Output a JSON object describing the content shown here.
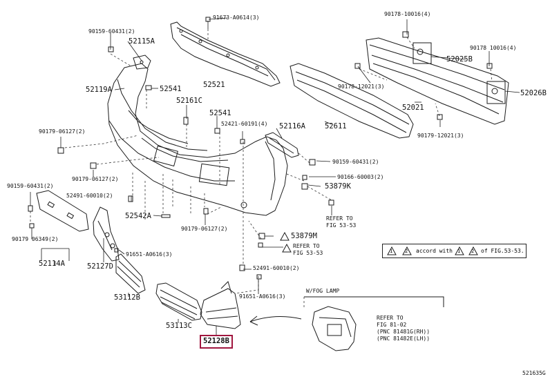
{
  "labels": {
    "p91673": "91673-A0614(3)",
    "p90178_1": "90178-10016(4)",
    "p90159_top": "90159-60431(2)",
    "p52115A": "52115A",
    "p52025B": "52025B",
    "p90178_2": "90178 10016(4)",
    "p52119A": "52119A",
    "p52541a": "52541",
    "p52521": "52521",
    "p90178_12021": "90178-12021(3)",
    "p52026B": "52026B",
    "p52161C": "52161C",
    "p52021": "52021",
    "p52541b": "52541",
    "p90179_06127a": "90179-06127(2)",
    "p52421": "52421-60191(4)",
    "p52116A": "52116A",
    "p52611": "52611",
    "p90179_12021": "90179-12021(3)",
    "p90159_right": "90159-60431(2)",
    "p90179_06127b": "90179-06127(2)",
    "p90166": "90166-60003(2)",
    "p90159_left": "90159-60431(2)",
    "p53879K": "53879K",
    "p52491_a": "52491-60010(2)",
    "p_refer1a": "REFER TO",
    "p_refer1b": "FIG 53-53",
    "p52542A": "52542A",
    "p90179_06127c": "90179-06127(2)",
    "p53879M": "53879M",
    "p90179_06349": "90179 06349(2)",
    "p_refer2a": "REFER TO",
    "p_refer2b": "FIG 53-53",
    "p52127D": "52127D",
    "p91651_a": "91651-A0616(3)",
    "p52114A": "52114A",
    "p52491_b": "52491-60010(2)",
    "p53112B": "53112B",
    "p91651_b": "91651-A0616(3)",
    "p_wfog": "W/FOG LAMP",
    "p53113C": "53113C",
    "p_refer3a": "REFER TO",
    "p_refer3b": "FIG 81-02",
    "p_refer3c": "(PNC 81481G(RH))",
    "p_refer3d": "(PNC 81482E(LH))",
    "p52128B": "52128B",
    "p_figid": "521635G"
  },
  "note": {
    "n1": "1",
    "n2": "2",
    "n3": "1",
    "n4": "2",
    "text_a": "accord with",
    "text_b": "of FIG.53-53."
  },
  "colors": {
    "line": "#1a1a1a",
    "highlight": "#a0153e"
  }
}
